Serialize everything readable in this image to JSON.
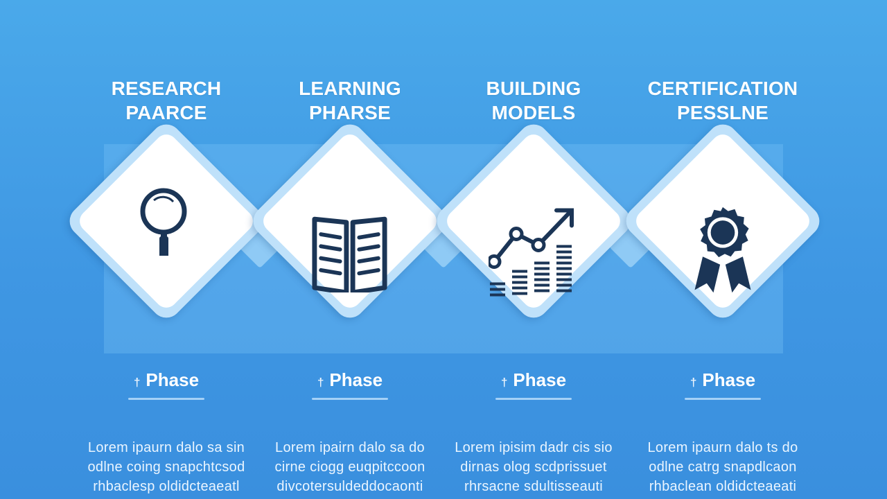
{
  "colors": {
    "background": "#4aa9ea",
    "diamond_border": "#bfe1fa",
    "diamond_fill": "#ffffff",
    "icon": "#1b3556",
    "text": "#ffffff"
  },
  "phases": [
    {
      "title_line1": "RESEARCH",
      "title_line2": "PAARCE",
      "icon": "magnifying-glass-icon",
      "label_marker": "†",
      "label": "Phase",
      "desc": [
        "Lorem ipaurn dalo  sa  sin",
        "odlne  coing  snapchtcsod",
        "rhbaclesp  oldidcteaeatl"
      ]
    },
    {
      "title_line1": "LEARNING",
      "title_line2": "PHARSE",
      "icon": "open-book-icon",
      "label_marker": "†",
      "label": "Phase",
      "desc": [
        "Lorem ipairn dalo  sa  do",
        "cirne  ciogg  euqpitccoon",
        "divcotersuldeddocaonti"
      ]
    },
    {
      "title_line1": "BUILDING",
      "title_line2": "MODELS",
      "icon": "growth-chart-icon",
      "label_marker": "†",
      "label": "Phase",
      "desc": [
        "Lorem  ipisim  dadr  cis  sio",
        "dirnas  olog  scdprissuet",
        "rhrsacne  sdultisseauti"
      ]
    },
    {
      "title_line1": "CERTIFICATION",
      "title_line2": "PESSLNE",
      "icon": "award-ribbon-icon",
      "label_marker": "†",
      "label": "Phase",
      "desc": [
        "Lorem  ipaurn dalo  ts  do",
        "odlne  catrg  snapdlcaon",
        "rhbaclean  oldidcteaeati"
      ]
    }
  ]
}
